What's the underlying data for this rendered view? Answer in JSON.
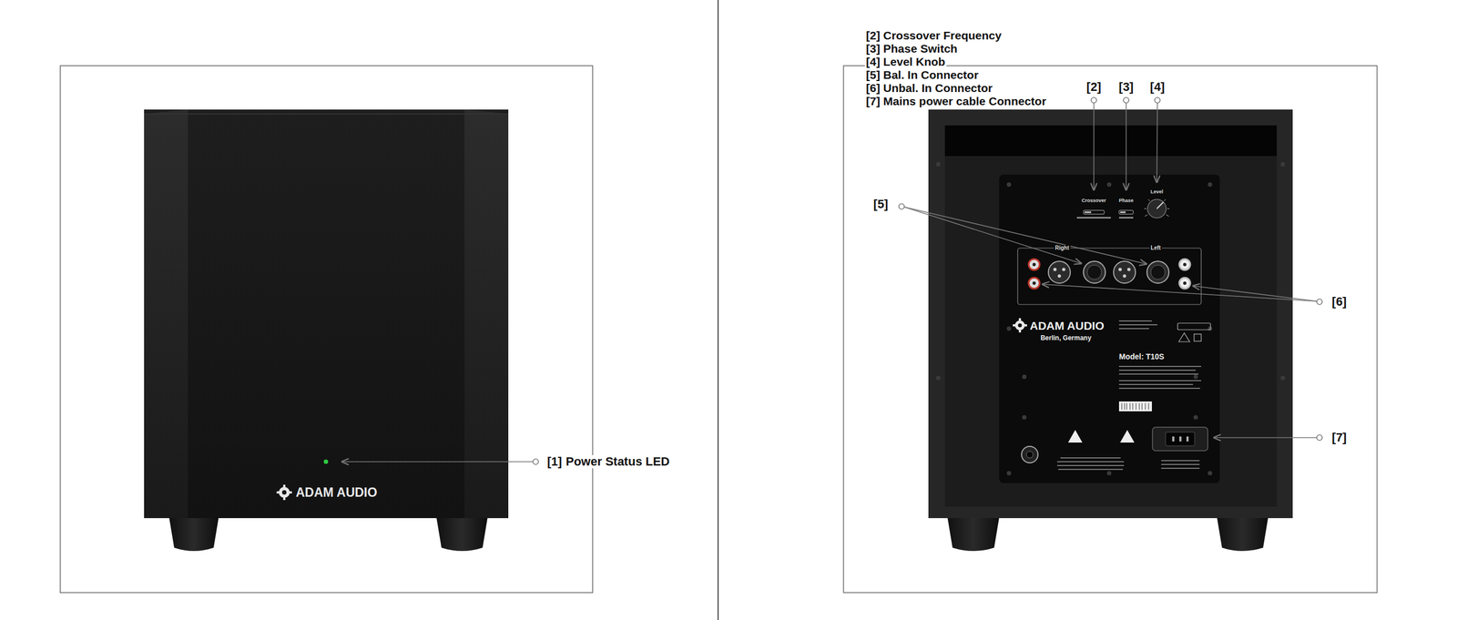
{
  "diagram": {
    "labels": [
      "[1]",
      "Power Status LED",
      "ADAM AUDIO",
      "[2] Crossover Frequency",
      "[3] Phase Switch",
      "[4] Level Knob",
      "[5] Bal. In Connector",
      "[6] Unbal. In Connector",
      "[7] Mains power cable Connector",
      "[2]",
      "[3]",
      "[4]",
      "[5]",
      "[6]",
      "[7]",
      "Crossover",
      "Phase",
      "Level",
      "Right",
      "Left",
      "ADAM AUDIO",
      "Berlin, Germany",
      "Model: T10S"
    ]
  }
}
